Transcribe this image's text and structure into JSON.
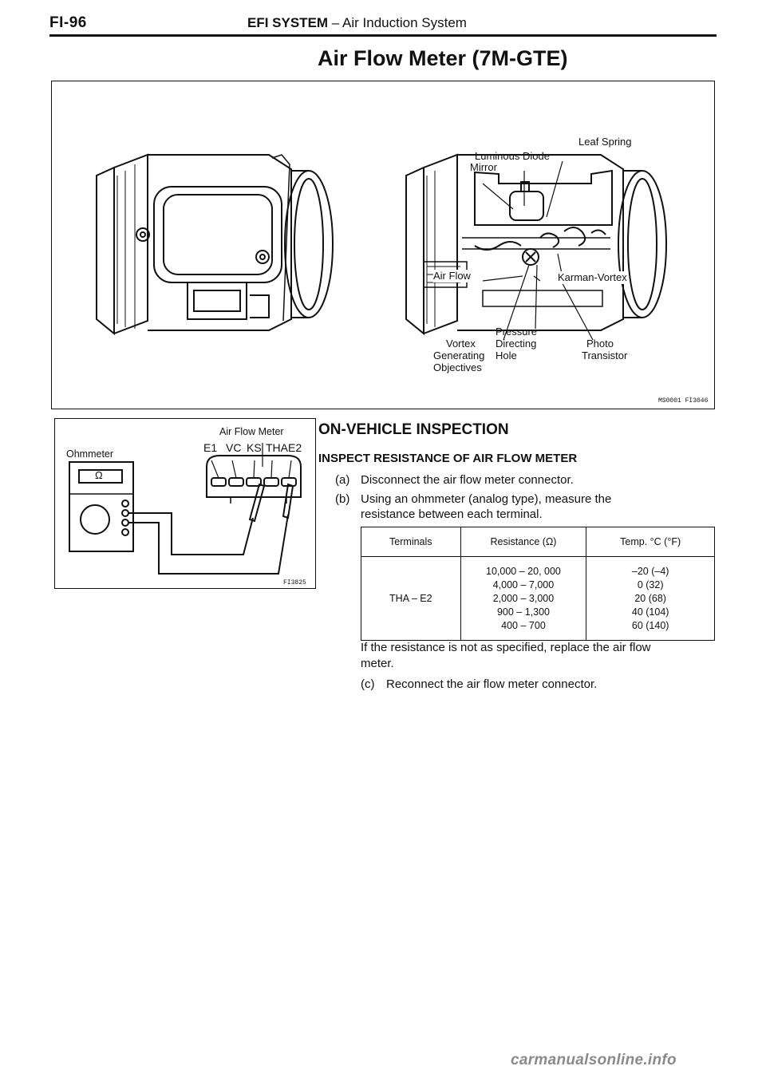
{
  "header": {
    "page_number": "FI-96",
    "section_bold": "EFI SYSTEM",
    "section_rest": " – Air Induction System"
  },
  "title": "Air Flow Meter (7M-GTE)",
  "figure1": {
    "labels": {
      "leaf_spring": "Leaf Spring",
      "luminous_diode": "Luminous Diode",
      "mirror": "Mirror",
      "air_flow": "Air Flow",
      "karman_vortex": "Karman-Vortex",
      "pressure_directing_hole": [
        "Pressure",
        "Directing",
        "Hole"
      ],
      "vortex_generating_objectives": [
        "Vortex",
        "Generating",
        "Objectives"
      ],
      "photo_transistor": [
        "Photo",
        "Transistor"
      ]
    },
    "code": "MS0001 FI3046"
  },
  "figure2": {
    "ohmmeter_label": "Ohmmeter",
    "ohm_symbol": "Ω",
    "air_flow_meter_label": "Air Flow Meter",
    "terminals": [
      "E1",
      "VC",
      "KS",
      "THA",
      "E2"
    ],
    "code": "FI3825"
  },
  "section": {
    "heading": "ON-VEHICLE INSPECTION",
    "subheading": "INSPECT RESISTANCE OF AIR FLOW METER",
    "steps": [
      {
        "marker": "(a)",
        "text": "Disconnect the air flow meter connector."
      },
      {
        "marker": "(b)",
        "text": "Using an ohmmeter (analog type), measure the",
        "text2": "resistance between each terminal."
      }
    ],
    "table": {
      "headers": [
        "Terminals",
        "Resistance (Ω)",
        "Temp. °C (°F)"
      ],
      "terminal": "THA – E2",
      "resistances": [
        "10,000 – 20, 000",
        "4,000 – 7,000",
        "2,000 – 3,000",
        "900 – 1,300",
        "400 – 700"
      ],
      "temps": [
        "–20 (–4)",
        "0 (32)",
        "20 (68)",
        "40 (104)",
        "60 (140)"
      ]
    },
    "note_line1": "If the resistance is not as specified, replace the air flow",
    "note_line2": "meter.",
    "step_c": {
      "marker": "(c)",
      "text": "Reconnect the air flow meter connector."
    }
  },
  "footer": {
    "site": "carmanualsonline.info"
  }
}
